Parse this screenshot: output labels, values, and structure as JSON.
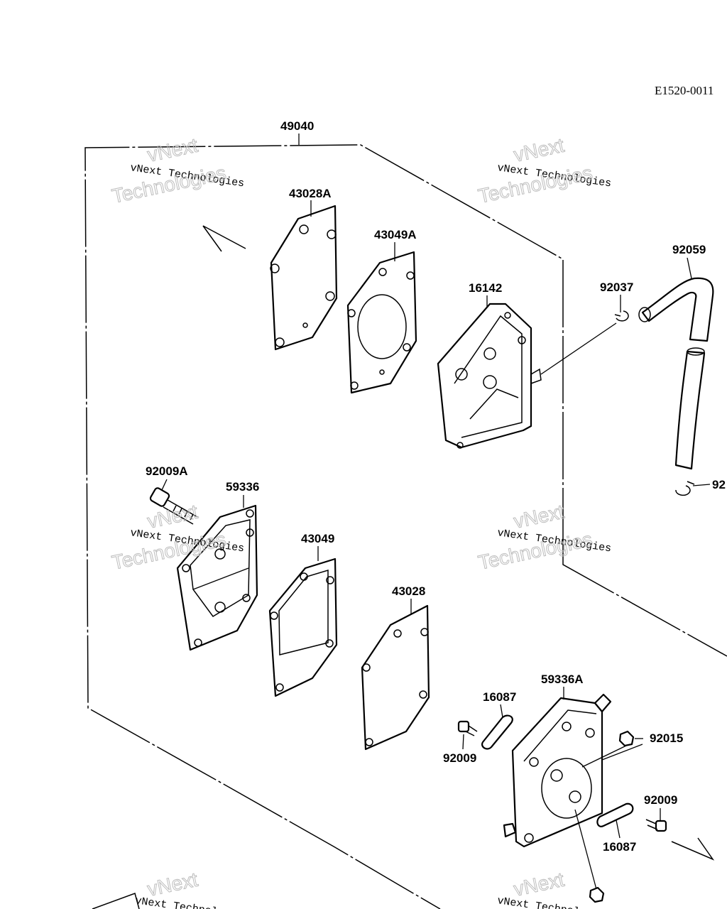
{
  "diagram": {
    "code": "E1520-0011",
    "labels": {
      "p49040": "49040",
      "p43028A": "43028A",
      "p43049A": "43049A",
      "p16142": "16142",
      "p92037": "92037",
      "p92059": "92059",
      "p92009A": "92009A",
      "p59336": "59336",
      "p43049": "43049",
      "p43028": "43028",
      "p59336A": "59336A",
      "p16087a": "16087",
      "p16087b": "16087",
      "p92009a": "92009",
      "p92009b": "92009",
      "p92015": "92015",
      "p92cut": "92"
    },
    "watermark": {
      "line1": "vNext Technologies",
      "line2": "Technologies",
      "line3": "vNext"
    }
  }
}
